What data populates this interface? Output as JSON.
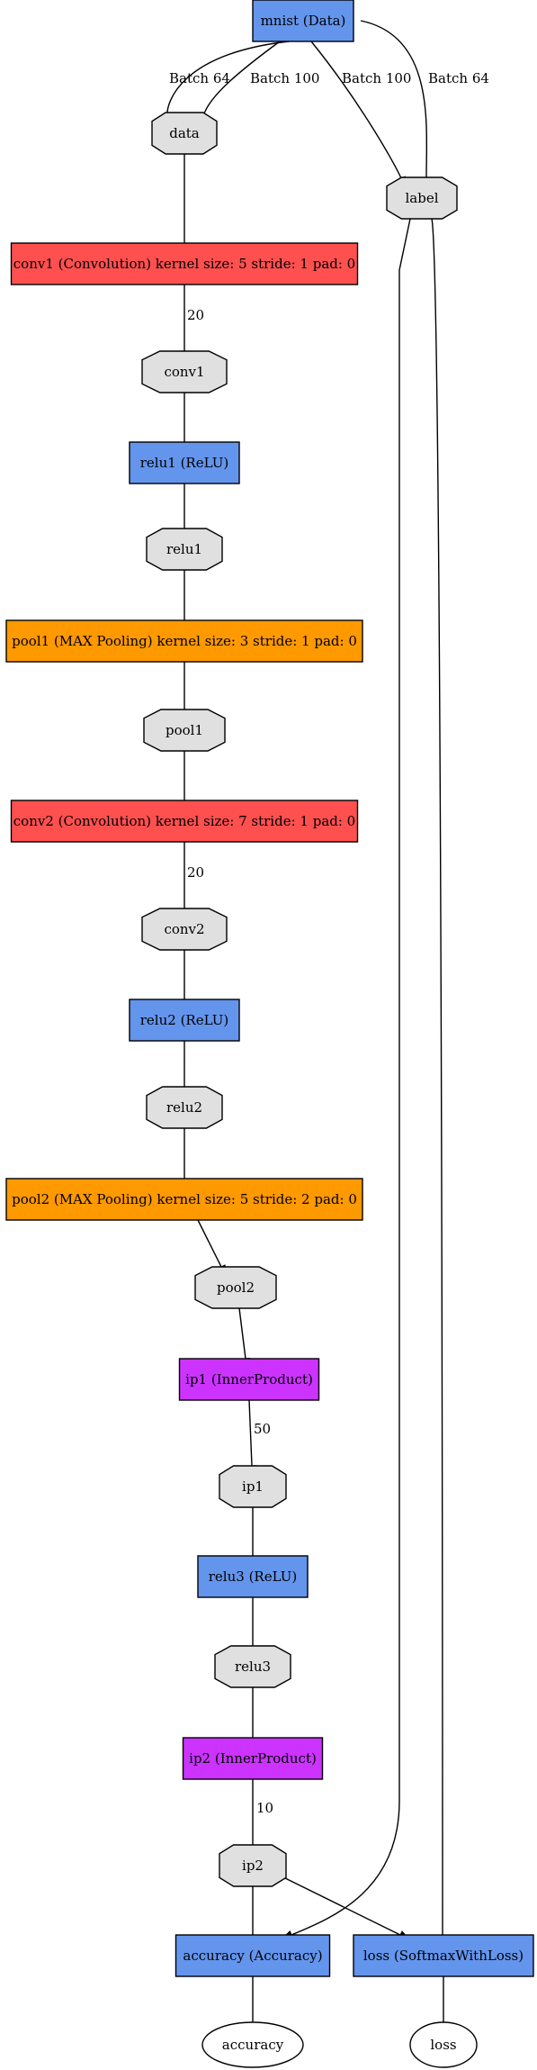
{
  "colors": {
    "data_layer": "#6495ed",
    "convolution": "#ff5050",
    "pooling": "#ff9900",
    "relu": "#6495ed",
    "inner_product": "#cc33ff",
    "loss_accuracy": "#6495ed",
    "blob": "#e0e0e0",
    "output": "#ffffff"
  },
  "nodes": [
    {
      "id": "mnist",
      "label": "mnist (Data)",
      "kind": "layer",
      "color": "#6495ed"
    },
    {
      "id": "data",
      "label": "data",
      "kind": "blob",
      "color": "#e0e0e0"
    },
    {
      "id": "label",
      "label": "label",
      "kind": "blob",
      "color": "#e0e0e0"
    },
    {
      "id": "conv1L",
      "label": "conv1 (Convolution) kernel size: 5 stride: 1 pad: 0",
      "kind": "layer",
      "color": "#ff5050"
    },
    {
      "id": "conv1",
      "label": "conv1",
      "kind": "blob",
      "color": "#e0e0e0"
    },
    {
      "id": "relu1L",
      "label": "relu1 (ReLU)",
      "kind": "layer",
      "color": "#6495ed"
    },
    {
      "id": "relu1",
      "label": "relu1",
      "kind": "blob",
      "color": "#e0e0e0"
    },
    {
      "id": "pool1L",
      "label": "pool1 (MAX Pooling) kernel size: 3 stride: 1 pad: 0",
      "kind": "layer",
      "color": "#ff9900"
    },
    {
      "id": "pool1",
      "label": "pool1",
      "kind": "blob",
      "color": "#e0e0e0"
    },
    {
      "id": "conv2L",
      "label": "conv2 (Convolution) kernel size: 7 stride: 1 pad: 0",
      "kind": "layer",
      "color": "#ff5050"
    },
    {
      "id": "conv2",
      "label": "conv2",
      "kind": "blob",
      "color": "#e0e0e0"
    },
    {
      "id": "relu2L",
      "label": "relu2 (ReLU)",
      "kind": "layer",
      "color": "#6495ed"
    },
    {
      "id": "relu2",
      "label": "relu2",
      "kind": "blob",
      "color": "#e0e0e0"
    },
    {
      "id": "pool2L",
      "label": "pool2 (MAX Pooling) kernel size: 5 stride: 2 pad: 0",
      "kind": "layer",
      "color": "#ff9900"
    },
    {
      "id": "pool2",
      "label": "pool2",
      "kind": "blob",
      "color": "#e0e0e0"
    },
    {
      "id": "ip1L",
      "label": "ip1 (InnerProduct)",
      "kind": "layer",
      "color": "#cc33ff"
    },
    {
      "id": "ip1",
      "label": "ip1",
      "kind": "blob",
      "color": "#e0e0e0"
    },
    {
      "id": "relu3L",
      "label": "relu3 (ReLU)",
      "kind": "layer",
      "color": "#6495ed"
    },
    {
      "id": "relu3",
      "label": "relu3",
      "kind": "blob",
      "color": "#e0e0e0"
    },
    {
      "id": "ip2L",
      "label": "ip2 (InnerProduct)",
      "kind": "layer",
      "color": "#cc33ff"
    },
    {
      "id": "ip2",
      "label": "ip2",
      "kind": "blob",
      "color": "#e0e0e0"
    },
    {
      "id": "accuracyL",
      "label": "accuracy (Accuracy)",
      "kind": "layer",
      "color": "#6495ed"
    },
    {
      "id": "lossL",
      "label": "loss (SoftmaxWithLoss)",
      "kind": "layer",
      "color": "#6495ed"
    },
    {
      "id": "accuracy",
      "label": "accuracy",
      "kind": "output",
      "color": "#ffffff"
    },
    {
      "id": "loss",
      "label": "loss",
      "kind": "output",
      "color": "#ffffff"
    }
  ],
  "edges": [
    {
      "from": "mnist",
      "to": "data",
      "label": "Batch 64"
    },
    {
      "from": "mnist",
      "to": "data",
      "label": "Batch 100"
    },
    {
      "from": "mnist",
      "to": "label",
      "label": "Batch 100"
    },
    {
      "from": "mnist",
      "to": "label",
      "label": "Batch 64"
    },
    {
      "from": "data",
      "to": "conv1L",
      "label": ""
    },
    {
      "from": "conv1L",
      "to": "conv1",
      "label": "20"
    },
    {
      "from": "conv1",
      "to": "relu1L",
      "label": ""
    },
    {
      "from": "relu1L",
      "to": "relu1",
      "label": ""
    },
    {
      "from": "relu1",
      "to": "pool1L",
      "label": ""
    },
    {
      "from": "pool1L",
      "to": "pool1",
      "label": ""
    },
    {
      "from": "pool1",
      "to": "conv2L",
      "label": ""
    },
    {
      "from": "conv2L",
      "to": "conv2",
      "label": "20"
    },
    {
      "from": "conv2",
      "to": "relu2L",
      "label": ""
    },
    {
      "from": "relu2L",
      "to": "relu2",
      "label": ""
    },
    {
      "from": "relu2",
      "to": "pool2L",
      "label": ""
    },
    {
      "from": "pool2L",
      "to": "pool2",
      "label": ""
    },
    {
      "from": "pool2",
      "to": "ip1L",
      "label": ""
    },
    {
      "from": "ip1L",
      "to": "ip1",
      "label": "50"
    },
    {
      "from": "ip1",
      "to": "relu3L",
      "label": ""
    },
    {
      "from": "relu3L",
      "to": "relu3",
      "label": ""
    },
    {
      "from": "relu3",
      "to": "ip2L",
      "label": ""
    },
    {
      "from": "ip2L",
      "to": "ip2",
      "label": "10"
    },
    {
      "from": "ip2",
      "to": "accuracyL",
      "label": ""
    },
    {
      "from": "ip2",
      "to": "lossL",
      "label": ""
    },
    {
      "from": "label",
      "to": "accuracyL",
      "label": ""
    },
    {
      "from": "label",
      "to": "lossL",
      "label": ""
    },
    {
      "from": "accuracyL",
      "to": "accuracy",
      "label": ""
    },
    {
      "from": "lossL",
      "to": "loss",
      "label": ""
    }
  ]
}
